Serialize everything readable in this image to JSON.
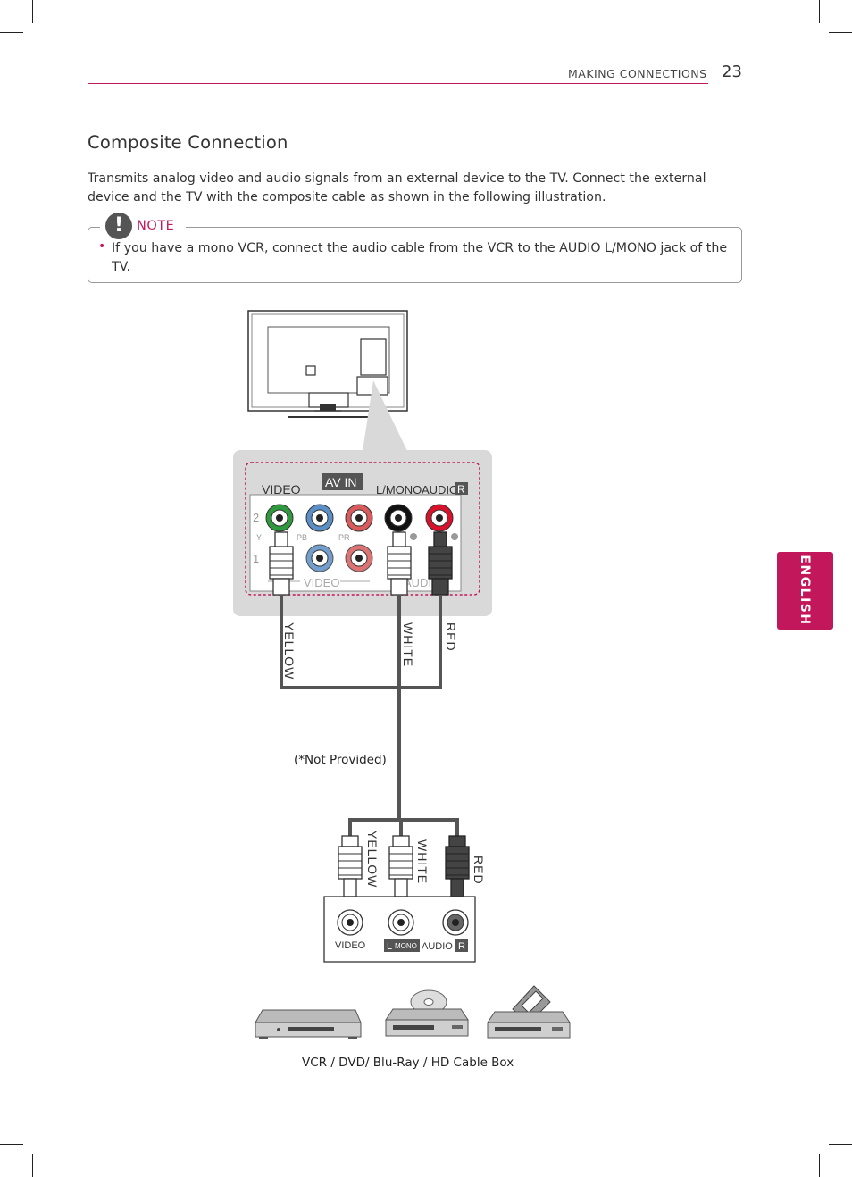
{
  "header": {
    "section": "MAKING CONNECTIONS",
    "page_number": "23"
  },
  "title": "Composite Connection",
  "intro": "Transmits analog video and audio signals from an external device to the TV. Connect the external device and the TV with the composite cable as shown in the following illustration.",
  "note": {
    "label": "NOTE",
    "icon": "exclamation-icon",
    "items": [
      "If you have a mono VCR, connect the audio cable from the VCR to the AUDIO L/MONO jack of the TV."
    ]
  },
  "language_tab": "ENGLISH",
  "tv_panel": {
    "video_label": "VIDEO",
    "av_in_label": "AV IN",
    "lmono_label": "L/MONO",
    "audio_label": "AUDIO",
    "r_label": "R",
    "row2": "2",
    "row1": "1",
    "y_label": "Y",
    "pb_label": "PB",
    "pr_label": "PR",
    "video_bottom_label": "VIDEO",
    "audio_bottom_label": "AUDIO"
  },
  "cable_upper": {
    "yellow": "YELLOW",
    "white": "WHITE",
    "red": "RED"
  },
  "not_provided": "(*Not Provided)",
  "cable_lower": {
    "yellow": "YELLOW",
    "white": "WHITE",
    "red": "RED"
  },
  "device_panel": {
    "video_label": "VIDEO",
    "l_label": "L",
    "mono_label": "MONO",
    "audio_label": "AUDIO",
    "r_label": "R"
  },
  "devices_caption": "VCR / DVD/ Blu-Ray / HD Cable Box",
  "colors": {
    "accent": "#c2185b",
    "yellow_jack": "#2e9a3e",
    "white_jack": "#111111",
    "red_jack": "#d9112b",
    "blue_jack": "#5b8fc7",
    "panel_bg": "#d9d9d9",
    "cable": "#555555"
  }
}
